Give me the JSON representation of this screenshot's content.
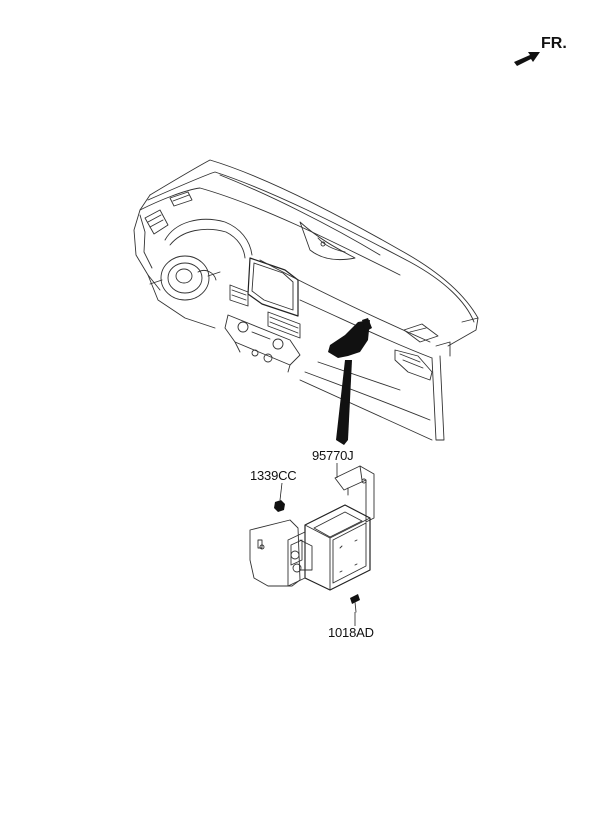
{
  "direction_indicator": {
    "label": "FR."
  },
  "callouts": [
    {
      "part_no": "95770J"
    },
    {
      "part_no": "1339CC"
    },
    {
      "part_no": "1018AD"
    }
  ]
}
